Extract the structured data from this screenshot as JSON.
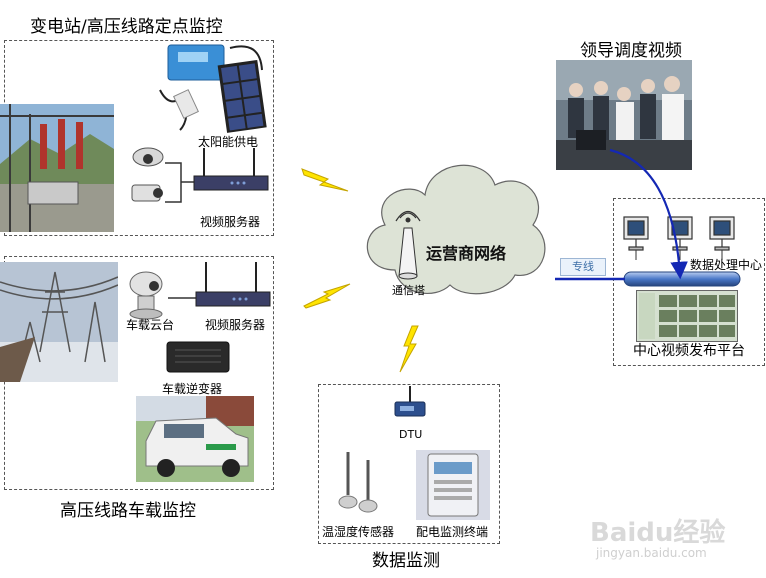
{
  "substation": {
    "title": "变电站/高压线路定点监控",
    "solar_label": "太阳能供电",
    "video_server_label": "视频服务器"
  },
  "vehicle": {
    "title": "高压线路车载监控",
    "ptz_label": "车载云台",
    "video_server_label": "视频服务器",
    "inverter_label": "车载逆变器"
  },
  "network": {
    "cloud_label": "运营商网络",
    "tower_label": "通信塔"
  },
  "leader": {
    "title": "领导调度视频"
  },
  "center": {
    "line_label": "专线",
    "data_center_label": "数据处理中心",
    "platform_label": "中心视频发布平台"
  },
  "data_monitor": {
    "title": "数据监测",
    "dtu_label": "DTU",
    "sensor_label": "温湿度传感器",
    "terminal_label": "配电监测终端"
  },
  "watermark": {
    "brand": "Baidu经验",
    "url": "jingyan.baidu.com"
  },
  "colors": {
    "cloud_fill": "#dde3d6",
    "arrow_blue": "#1428b4",
    "lightning_yellow": "#ffe400",
    "cable_blue": "#4a78c8"
  }
}
